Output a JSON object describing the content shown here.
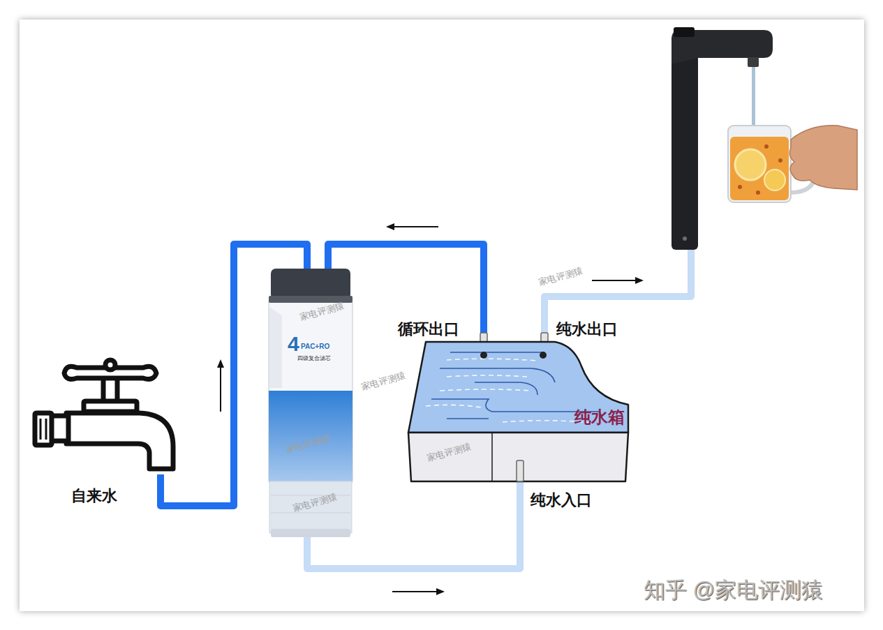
{
  "diagram": {
    "nodes": [
      {
        "text": [
          "自来水"
        ]
      },
      {
        "text": [
          "4",
          "PAC+RO",
          "四级复合滤芯"
        ]
      },
      {
        "text": [
          "纯水箱"
        ]
      }
    ],
    "edges": [
      {
        "from": 0,
        "to": 1,
        "arrow": "none"
      },
      {
        "from": 2,
        "to": 1,
        "arrow": "none"
      },
      {
        "from": 1,
        "to": 2,
        "arrow": "none"
      }
    ],
    "labels": [
      "循环出口",
      "纯水出口",
      "纯水入口",
      "家电评测猿",
      "家电评测猿",
      "家电评测猿",
      "家电评测猿",
      "家电评测猿",
      "家电评测猿",
      "知乎 @家电评测猿"
    ]
  }
}
